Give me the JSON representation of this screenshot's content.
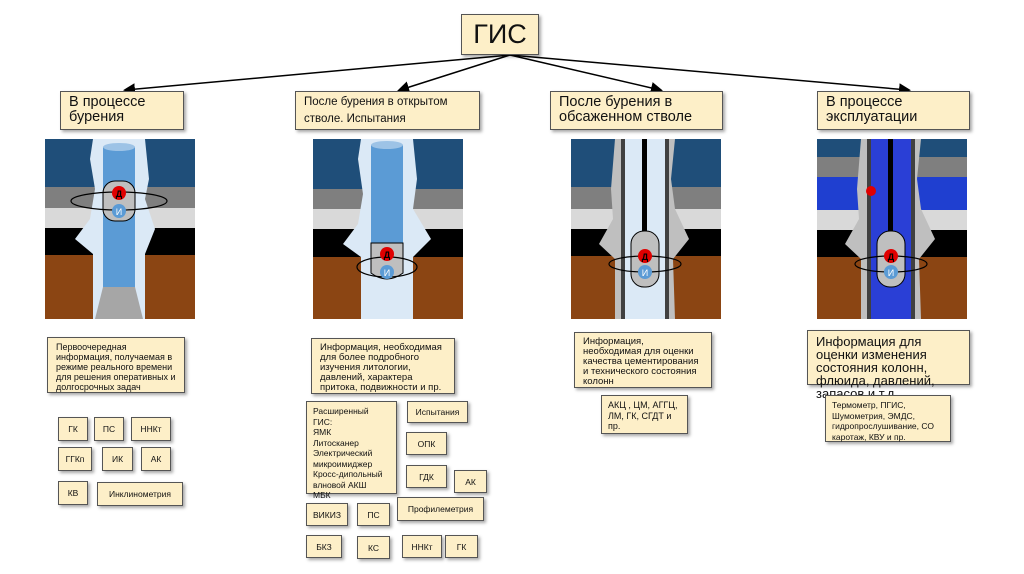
{
  "root": {
    "label": "ГИС"
  },
  "stages": [
    {
      "title": "В процессе бурения",
      "description": "Первоочередная информация, получаемая в режиме реального времени для решения оперативных и долгосрочных задач",
      "illustration": "well-while-drilling",
      "methods": [
        "ГК",
        "ПС",
        "ННКт",
        "ГГКп",
        "ИК",
        "АК",
        "КВ",
        "Инклинометрия"
      ]
    },
    {
      "title": "После бурения в открытом стволе. Испытания",
      "description": "Информация, необходимая для более подробного изучения литологии, давлений, характера притока, подвижности и пр.",
      "illustration": "well-open-hole",
      "extended": "Расширенный ГИС:\nЯМК\nЛитосканер\nЭлектрический микроимиджер\nКросс-дипольный влновой АКШ\nМБК",
      "methods": [
        "Испытания",
        "ОПК",
        "ГДК",
        "АК",
        "Профилеметрия",
        "ВИКИЗ",
        "ПС",
        "БКЗ",
        "КС",
        "ННКт",
        "ГК"
      ]
    },
    {
      "title": "После бурения в обсаженном стволе",
      "description": "Информация, необходимая для оценки качества цементирования  и технического состояния колонн",
      "illustration": "well-cased-hole",
      "methods_text": "АКЦ , ЦМ, АГГЦ, ЛМ, ГК, СГДТ и пр."
    },
    {
      "title": "В процессе эксплуатации",
      "description": "Информация для оценки изменения состояния колонн, флюида, давлений, запасов и т.д.",
      "illustration": "well-production",
      "methods_text": "Термометр, ПГИС, Шумометрия, ЭМДС, гидропрослушивание, СО каротаж, КВУ и пр."
    }
  ],
  "tool_labels": {
    "sensor": "Д",
    "emitter": "И"
  },
  "colors": {
    "box_fill": "#fdefc8",
    "layer_blue": "#1f4e79",
    "layer_gray": "#7f7f7f",
    "layer_light": "#d9d9d9",
    "layer_black": "#000000",
    "layer_brown": "#8b4513",
    "layer_water": "#1f3fd0",
    "mud": "#dbe9f6",
    "pipe": "#5b9bd5",
    "sensor_red": "#e00000",
    "emitter_blue": "#5b9bd5"
  }
}
